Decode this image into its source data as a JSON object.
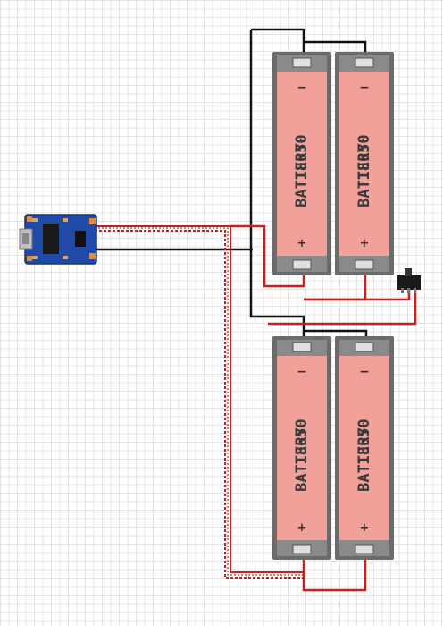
{
  "batteries": [
    {
      "label_line1": "18650",
      "label_line2": "BATTERY",
      "minus": "−",
      "plus": "+"
    },
    {
      "label_line1": "18650",
      "label_line2": "BATTERY",
      "minus": "−",
      "plus": "+"
    },
    {
      "label_line1": "18650",
      "label_line2": "BATTERY",
      "minus": "−",
      "plus": "+"
    },
    {
      "label_line1": "18650",
      "label_line2": "BATTERY",
      "minus": "−",
      "plus": "+"
    }
  ],
  "colors": {
    "battery_body": "#f2a19a",
    "battery_case": "#6b6b6b",
    "terminal": "#e0e0e0",
    "wire_positive": "#c9201f",
    "wire_negative": "#111111",
    "charger_board": "#1f4aa8",
    "switch": "#1a1a1a"
  },
  "components": {
    "charger_module": "tp4056-charger-board",
    "switch": "slide-switch"
  }
}
